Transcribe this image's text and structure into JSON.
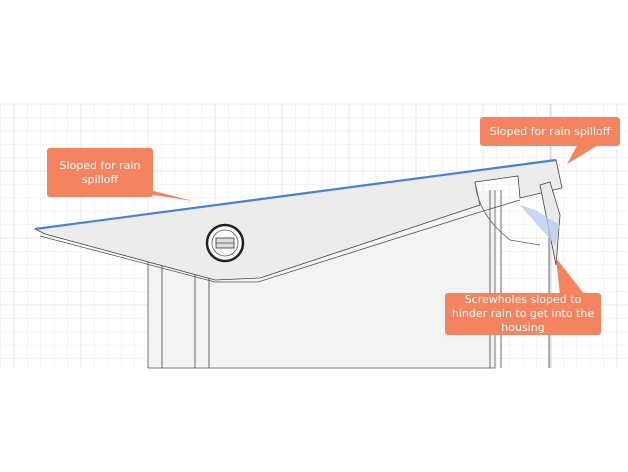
{
  "annotations": [
    {
      "id": "left",
      "text": "Sloped for rain spilloff"
    },
    {
      "id": "right",
      "text": "Sloped for rain spilloff"
    },
    {
      "id": "screw",
      "text": "Screwholes sloped to hinder rain to get into the housing"
    }
  ],
  "colors": {
    "callout": "#f4845f",
    "edge_highlight": "#4a7fd8",
    "grid": "#e6e6ea"
  }
}
